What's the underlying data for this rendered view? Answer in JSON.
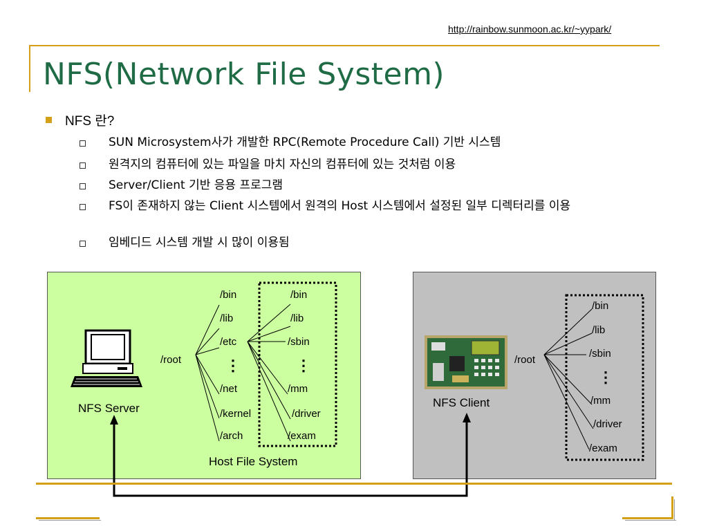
{
  "header": {
    "url": "http://rainbow.sunmoon.ac.kr/~yypark/",
    "title": "NFS(Network File System)"
  },
  "content": {
    "heading": "NFS 란?",
    "items": [
      "SUN Microsystem사가 개발한  RPC(Remote Procedure Call) 기반 시스템",
      "원격지의 컴퓨터에 있는 파일을 마치 자신의 컴퓨터에 있는 것처럼 이용",
      "Server/Client 기반 응용 프로그램",
      "FS이 존재하지 않는 Client 시스템에서 원격의 Host 시스템에서 설정된 일부 디렉터리를 이용",
      "임베디드 시스템 개발 시 많이 이용됨"
    ]
  },
  "diagram": {
    "server": {
      "label": "NFS Server",
      "root": "/root",
      "dirs": [
        "/bin",
        "/lib",
        "/etc",
        "⋮",
        "/net",
        "/kernel",
        "/arch"
      ],
      "etc_dirs": [
        "/bin",
        "/lib",
        "/sbin",
        "⋮",
        "/mm",
        "/driver",
        "/exam"
      ],
      "fs_label": "Host File System",
      "icon": "computer-icon"
    },
    "client": {
      "label": "NFS Client",
      "root": "/root",
      "dirs": [
        "/bin",
        "/lib",
        "/sbin",
        "⋮",
        "/mm",
        "/driver",
        "/exam"
      ],
      "icon": "embedded-board-icon"
    },
    "colors": {
      "server_bg": "#ccffa0",
      "client_bg": "#c0c0c0",
      "title": "#1f6b45",
      "accent": "#d4a017"
    }
  }
}
